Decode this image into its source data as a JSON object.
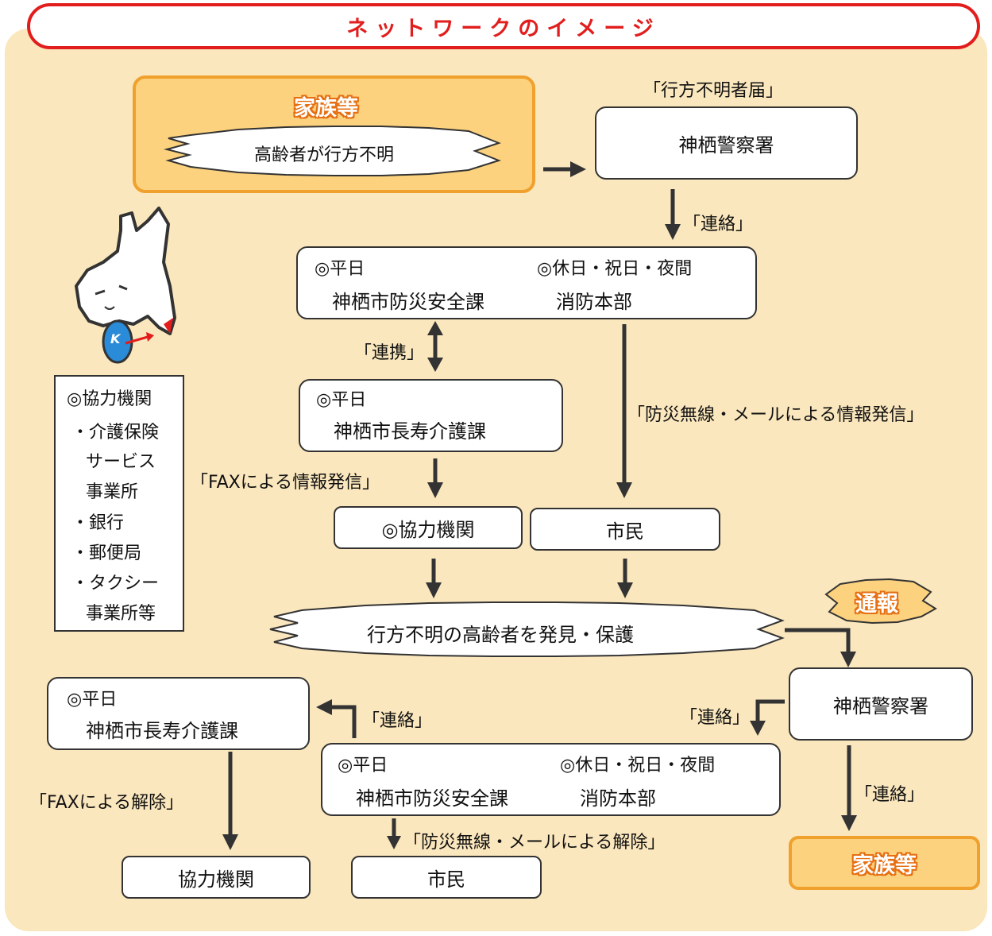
{
  "title": "ネットワークのイメージ",
  "top": {
    "family_label": "家族等",
    "missing_text": "高齢者が行方不明",
    "report_label": "「行方不明者届」",
    "police": "神栖警察署",
    "contact1": "「連絡」"
  },
  "office1": {
    "weekday_mark": "◎平日",
    "weekday_dept": "神栖市防災安全課",
    "holiday_mark": "◎休日・祝日・夜間",
    "holiday_dept": "消防本部"
  },
  "link_label": "「連携」",
  "care1": {
    "weekday_mark": "◎平日",
    "dept": "神栖市長寿介護課"
  },
  "radio_label": "「防災無線・メールによる情報発信」",
  "fax_label": "「FAXによる情報発信」",
  "coop_box": "◎協力機関",
  "citizens_box": "市民",
  "found_text": "行方不明の高齢者を発見・保護",
  "notify_label": "通報",
  "police2": "神栖警察署",
  "contact_left": "「連絡」",
  "contact_mid": "「連絡」",
  "contact_right": "「連絡」",
  "care2": {
    "weekday_mark": "◎平日",
    "dept": "神栖市長寿介護課"
  },
  "office2": {
    "weekday_mark": "◎平日",
    "weekday_dept": "神栖市防災安全課",
    "holiday_mark": "◎休日・祝日・夜間",
    "holiday_dept": "消防本部"
  },
  "fax_release_label": "「FAXによる解除」",
  "radio_release_label": "「防災無線・メールによる解除」",
  "coop_box2": "協力機関",
  "citizens_box2": "市民",
  "family_bottom": "家族等",
  "sidebar": {
    "heading": "◎協力機関",
    "items": [
      "・介護保険",
      "サービス",
      "事業所",
      "・銀行",
      "・郵便局",
      "・タクシー",
      "事業所等"
    ]
  },
  "mascot_letter": "K"
}
